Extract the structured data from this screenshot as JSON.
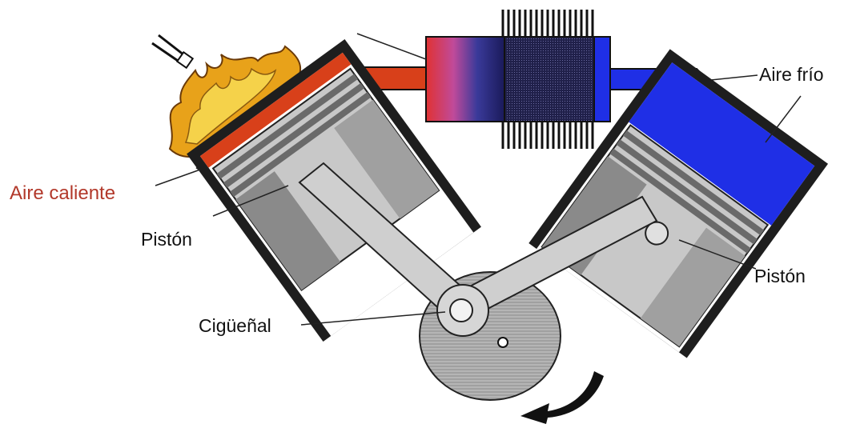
{
  "labels": {
    "hot_air": "Aire caliente",
    "cold_air": "Aire frío",
    "piston_left": "Pistón",
    "piston_right": "Pistón",
    "crankshaft": "Cigüeñal"
  },
  "colors": {
    "hot": "#d8401a",
    "hot_label": "#b2382a",
    "cold": "#1f2fe6",
    "cylinder": "#1e1e1e",
    "metal_light": "#d0d0d0",
    "metal_mid": "#a8a8a8",
    "metal_dark": "#6a6a6a",
    "flame": "#e8a21a",
    "text": "#111111"
  },
  "icons": [
    "flame-icon",
    "spark-plug-icon",
    "rotation-arrow-icon"
  ]
}
